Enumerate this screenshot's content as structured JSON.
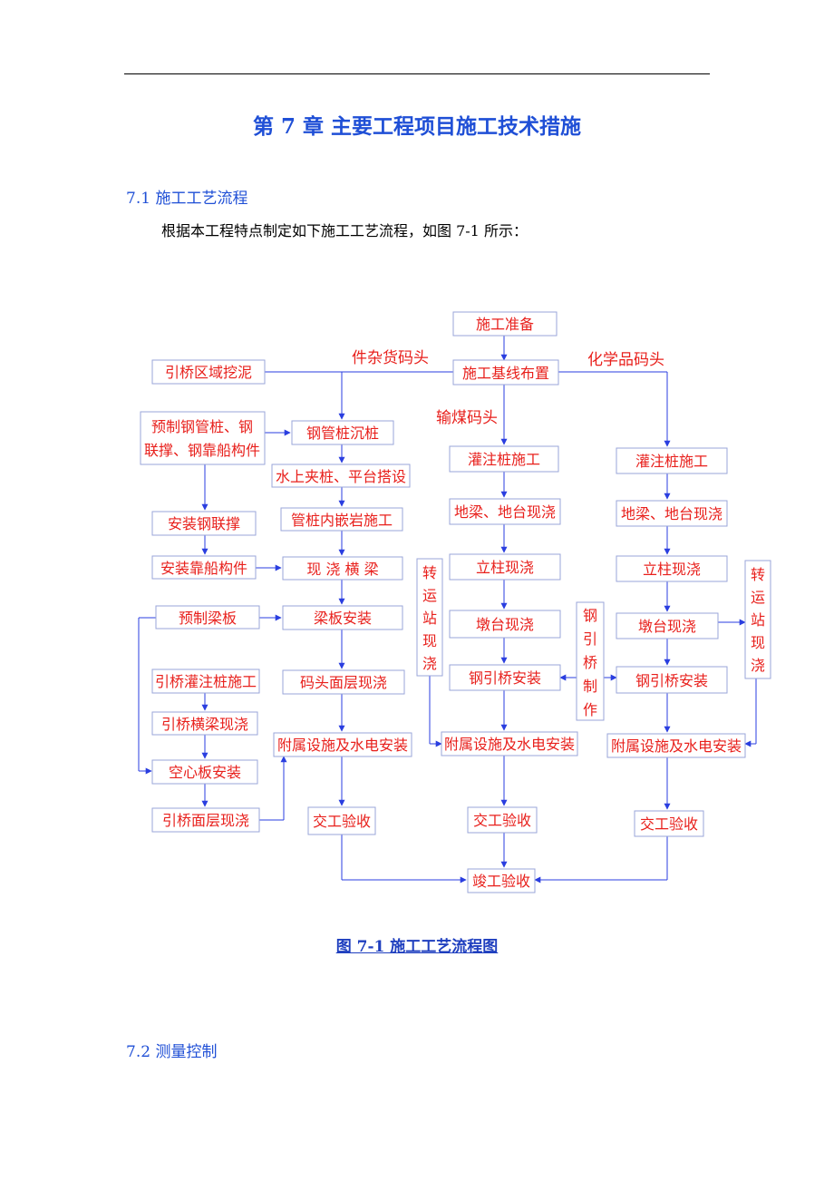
{
  "chapter_title": "第 7 章  主要工程项目施工技术措施",
  "section_1": "7.1 施工工艺流程",
  "intro": "根据本工程特点制定如下施工工艺流程，如图 7-1 所示：",
  "caption": "图 7-1  施工工艺流程图",
  "section_2": "7.2 测量控制",
  "flow": {
    "prep": "施工准备",
    "baseline": "施工基线布置",
    "labels": {
      "misc": "件杂货码头",
      "chem": "化学品码头",
      "coal": "输煤码头"
    },
    "bridge_dredge": "引桥区域挖泥",
    "prefab_1": "预制钢管桩、钢",
    "prefab_2": "联撑、钢靠船构件",
    "c1": {
      "pile_sink": "钢管桩沉桩",
      "clamp": "水上夹桩、平台搭设",
      "socket": "管桩内嵌岩施工",
      "beam": "现 浇 横 梁",
      "slab": "梁板安装",
      "deck": "码头面层现浇",
      "aux": "附属设施及水电安装",
      "handover": "交工验收"
    },
    "left": {
      "brace": "安装钢联撑",
      "berth": "安装靠船构件",
      "prefab_slab": "预制梁板",
      "bored": "引桥灌注桩施工",
      "crossbeam": "引桥横梁现浇",
      "hollow": "空心板安装",
      "surface": "引桥面层现浇"
    },
    "c2": {
      "bored": "灌注桩施工",
      "ground": "地梁、地台现浇",
      "column": "立柱现浇",
      "pier": "墩台现浇",
      "steel": "钢引桥安装",
      "aux": "附属设施及水电安装",
      "handover": "交工验收"
    },
    "c3": {
      "bored": "灌注桩施工",
      "ground": "地梁、地台现浇",
      "column": "立柱现浇",
      "pier": "墩台现浇",
      "steel": "钢引桥安装",
      "aux": "附属设施及水电安装",
      "handover": "交工验收"
    },
    "transfer_a": [
      "转",
      "运",
      "站",
      "现",
      "浇"
    ],
    "transfer_b": [
      "转",
      "运",
      "站",
      "现",
      "浇"
    ],
    "steel_make": [
      "钢",
      "引",
      "桥",
      "制",
      "作"
    ],
    "final": "竣工验收"
  }
}
